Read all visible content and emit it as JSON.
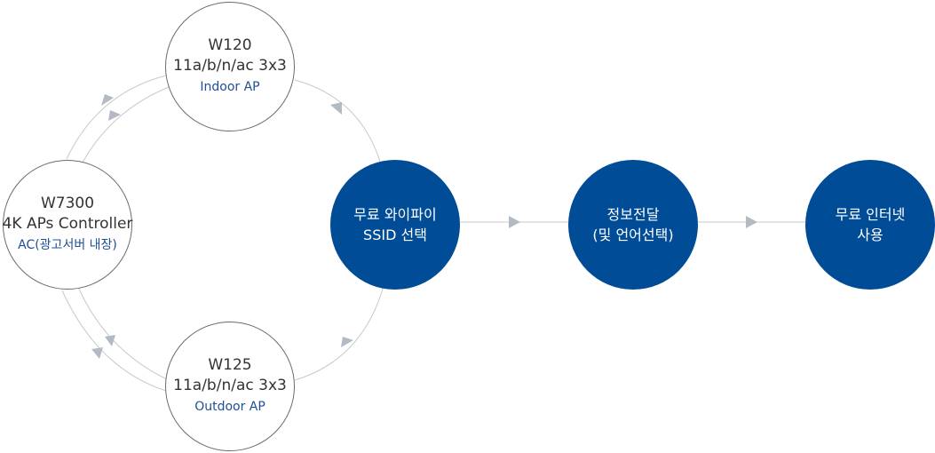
{
  "colors": {
    "primary": "#004c97",
    "connector": "#c9c9c9",
    "arrow": "#b3bac4",
    "node_border": "#6b6b6b",
    "sub_label": "#1f4f94"
  },
  "nodes": {
    "w120": {
      "name": "W120",
      "spec": "11a/b/n/ac 3x3",
      "type": "Indoor AP"
    },
    "w125": {
      "name": "W125",
      "spec": "11a/b/n/ac 3x3",
      "type": "Outdoor AP"
    },
    "w7300": {
      "name": "W7300",
      "spec": "4K APs Controller",
      "type": "AC(광고서버 내장)"
    },
    "step1": {
      "line1": "무료 와이파이",
      "line2": "SSID 선택"
    },
    "step2": {
      "line1": "정보전달",
      "line2": "(및 언어선택)"
    },
    "step3": {
      "line1": "무료 인터넷",
      "line2": "사용"
    }
  }
}
